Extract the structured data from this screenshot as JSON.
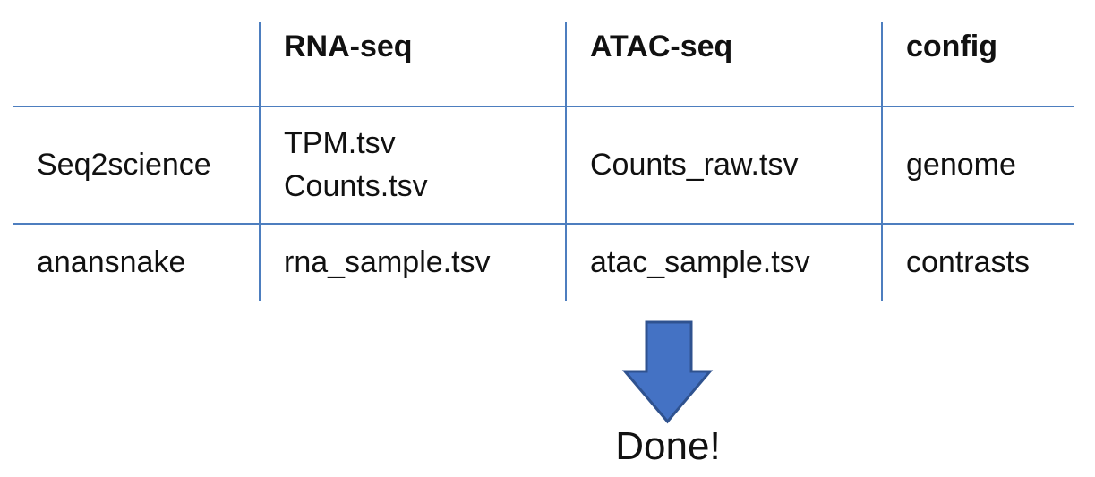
{
  "background": "#ffffff",
  "table": {
    "border_color": "#4d7ebf",
    "headers": {
      "corner": "",
      "rna": "RNA-seq",
      "atac": "ATAC-seq",
      "config": "config"
    },
    "rows": [
      {
        "label": "Seq2science",
        "rna": "TPM.tsv\nCounts.tsv",
        "atac": "Counts_raw.tsv",
        "config": "genome"
      },
      {
        "label": "anansnake",
        "rna": "rna_sample.tsv",
        "atac": "atac_sample.tsv",
        "config": "contrasts"
      }
    ]
  },
  "arrow": {
    "fill": "#4472C4",
    "stroke": "#2F528F"
  },
  "done_label": "Done!"
}
